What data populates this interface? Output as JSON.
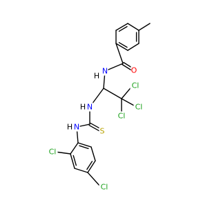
{
  "colors": {
    "bond": "#000000",
    "carbon": "#000000",
    "nitrogen": "#0000ff",
    "oxygen": "#ff0000",
    "sulfur": "#b8a200",
    "chlorine": "#1fa31f",
    "hydrogen": "#000000"
  },
  "labels": {
    "o_carbonyl": "O",
    "nh_amide": "N",
    "h_amide": "H",
    "nh_thiourea_upper": "N",
    "h_thiourea_upper": "H",
    "nh_thiourea_lower": "N",
    "h_thiourea_lower": "H",
    "s_thione": "S",
    "cl_ccl3_a": "Cl",
    "cl_ccl3_b": "Cl",
    "cl_ccl3_c": "Cl",
    "cl_aryl_2": "Cl",
    "cl_aryl_5": "Cl"
  }
}
